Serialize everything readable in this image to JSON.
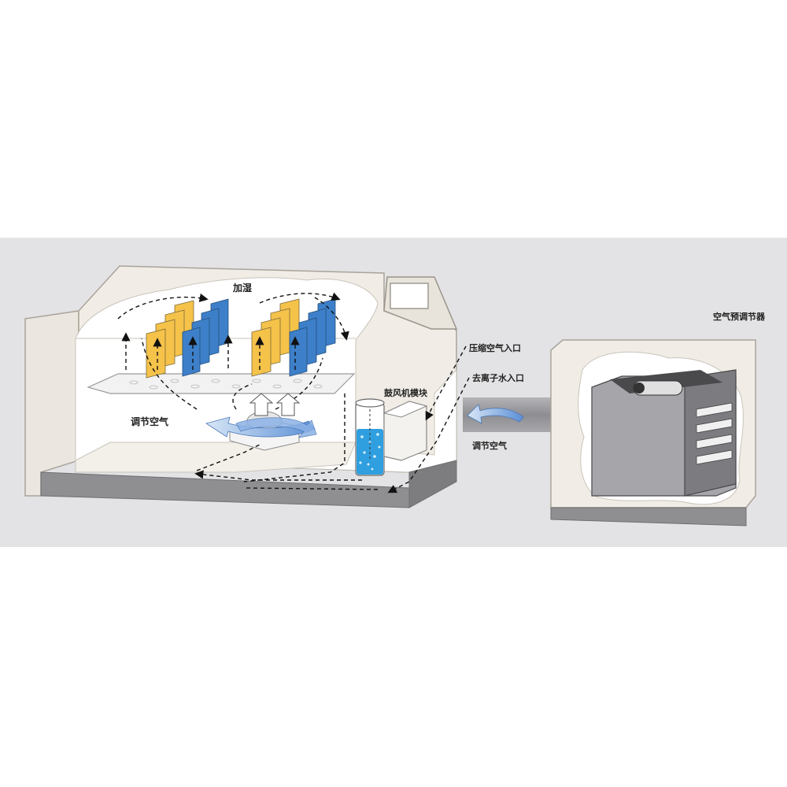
{
  "labels": {
    "humidify": "加湿",
    "conditioned_air_left": "调节空气",
    "fan_module": "鼓风机模块",
    "compressed_air_inlet": "压缩空气入口",
    "deionized_water_inlet": "去离子水入口",
    "conditioned_air_right": "调节空气",
    "air_preconditioner": "空气预调节器"
  },
  "colors": {
    "background_band": "#e3e3e5",
    "chamber_body": "#f1ede6",
    "chamber_base": "#8f8f92",
    "sample_yellow": "#f5c24a",
    "sample_blue": "#3d7fc8",
    "water": "#2f9fe0",
    "duct": "#9a9a9e",
    "air_arrow": "#6f9fdc"
  }
}
